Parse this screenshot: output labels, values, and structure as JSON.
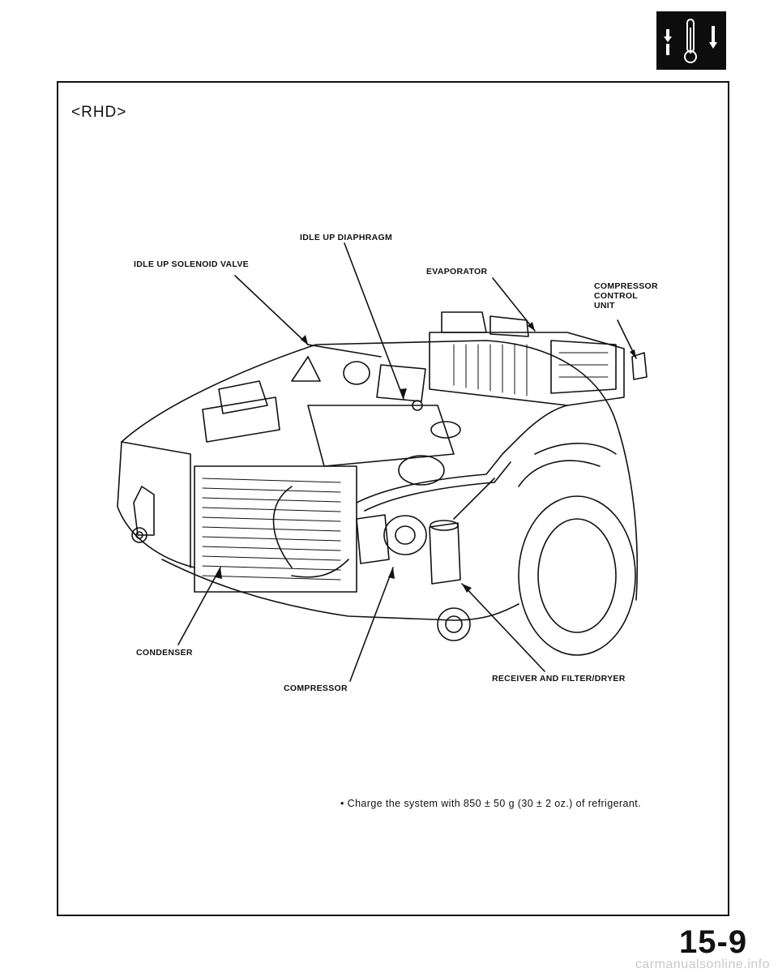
{
  "header": {
    "icon": "air-conditioning-thermometer-icon"
  },
  "variant_label": "<RHD>",
  "labels": {
    "idle_up_diaphragm": "IDLE UP DIAPHRAGM",
    "idle_up_solenoid_valve": "IDLE UP SOLENOID VALVE",
    "evaporator": "EVAPORATOR",
    "compressor_control_unit": [
      "COMPRESSOR",
      "CONTROL",
      "UNIT"
    ],
    "condenser": "CONDENSER",
    "compressor": "COMPRESSOR",
    "receiver_filter_dryer": "RECEIVER AND FILTER/DRYER"
  },
  "note": "• Charge the system with 850 ± 50 g (30 ± 2 oz.) of refrigerant.",
  "page_number": "15-9",
  "watermark": "carmanualsonline.info"
}
